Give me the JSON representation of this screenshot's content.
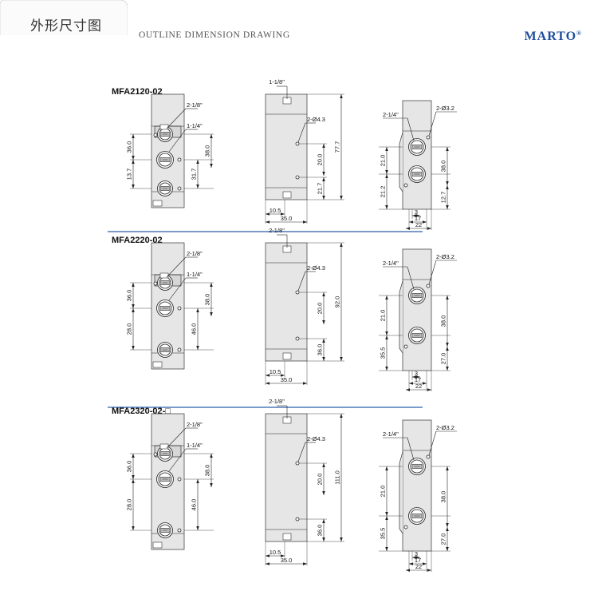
{
  "header": {
    "title_cn": "外形尺寸图",
    "subtitle_en": "OUTLINE DIMENSION DRAWING",
    "brand": "MARTO",
    "brand_mark": "®",
    "accent_color": "#1f4e9c",
    "body_fill": "#e6e6e6",
    "separator_color": "#2a5fa8"
  },
  "models": [
    {
      "name": "MFA2120-02",
      "front": {
        "port_top": "2-1/8\"",
        "port_mid": "1-1/4\"",
        "dim_left_a": "36.0",
        "dim_left_b": "13.7",
        "dim_right_a": "38.0",
        "dim_right_b": "31.7"
      },
      "side": {
        "port_top": "1-1/8\"",
        "hole": "2-Ø4.3",
        "dim_height": "77.7",
        "dim_mid": "20.0",
        "dim_low": "21.7",
        "dim_bottom_a": "10.5",
        "dim_bottom_b": "35.0"
      },
      "end": {
        "port": "2-1/4\"",
        "hole": "2-Ø3.2",
        "dim_left_a": "21.0",
        "dim_left_b": "21.2",
        "dim_right_a": "38.0",
        "dim_right_b": "12.7",
        "dim_bottom_a": "3",
        "dim_bottom_b": "17",
        "dim_bottom_c": "22"
      }
    },
    {
      "name": "MFA2220-02",
      "front": {
        "port_top": "2-1/8\"",
        "port_mid": "1-1/4\"",
        "dim_left_a": "36.0",
        "dim_left_b": "28.0",
        "dim_right_a": "38.0",
        "dim_right_b": "46.0"
      },
      "side": {
        "port_top": "2-1/8\"",
        "hole": "2-Ø4.3",
        "dim_height": "92.0",
        "dim_mid": "20.0",
        "dim_low": "36.0",
        "dim_bottom_a": "10.5",
        "dim_bottom_b": "35.0"
      },
      "end": {
        "port": "2-1/4\"",
        "hole": "2-Ø3.2",
        "dim_left_a": "21.0",
        "dim_left_b": "35.5",
        "dim_right_a": "38.0",
        "dim_right_b": "27.0",
        "dim_bottom_a": "3",
        "dim_bottom_b": "17",
        "dim_bottom_c": "22"
      }
    },
    {
      "name": "MFA2320-02-□",
      "front": {
        "port_top": "2-1/8\"",
        "port_mid": "1-1/4\"",
        "dim_left_a": "36.0",
        "dim_left_b": "28.0",
        "dim_right_a": "38.0",
        "dim_right_b": "46.0"
      },
      "side": {
        "port_top": "2-1/8\"",
        "hole": "2-Ø4.3",
        "dim_height": "111.0",
        "dim_mid": "20.0",
        "dim_low": "36.0",
        "dim_bottom_a": "10.5",
        "dim_bottom_b": "35.0"
      },
      "end": {
        "port": "2-1/4\"",
        "hole": "2-Ø3.2",
        "dim_left_a": "21.0",
        "dim_left_b": "35.5",
        "dim_right_a": "38.0",
        "dim_right_b": "27.0",
        "dim_bottom_a": "3",
        "dim_bottom_b": "17",
        "dim_bottom_c": "22"
      }
    }
  ]
}
